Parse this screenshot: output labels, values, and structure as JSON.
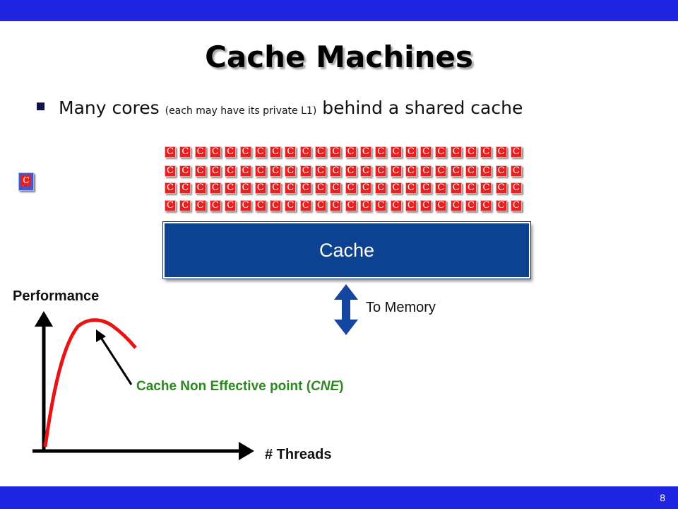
{
  "slide": {
    "title": "Cache Machines",
    "bullet": {
      "main_before": "Many cores ",
      "small": "(each may have its private L1)",
      "main_after": " behind a shared cache"
    },
    "core_letter": "C",
    "single_core_letter": "C",
    "cache_label": "Cache",
    "to_memory_label": "To Memory",
    "y_axis_label": "Performance",
    "x_axis_label": "# Threads",
    "cne": {
      "before": "Cache Non Effective point (",
      "abbrev": "CNE",
      "after": ")"
    },
    "page_number": "8"
  },
  "colors": {
    "bar_blue": "#1f25e0",
    "core_red": "#ea1f1f",
    "cache_blue": "#0d4291",
    "arrow_blue": "#1446a0",
    "curve_red": "#e81414",
    "cne_green": "#2b8a1f"
  },
  "icons": {
    "memory_arrow": "double-headed-vertical-arrow",
    "bullet": "square-bullet"
  }
}
